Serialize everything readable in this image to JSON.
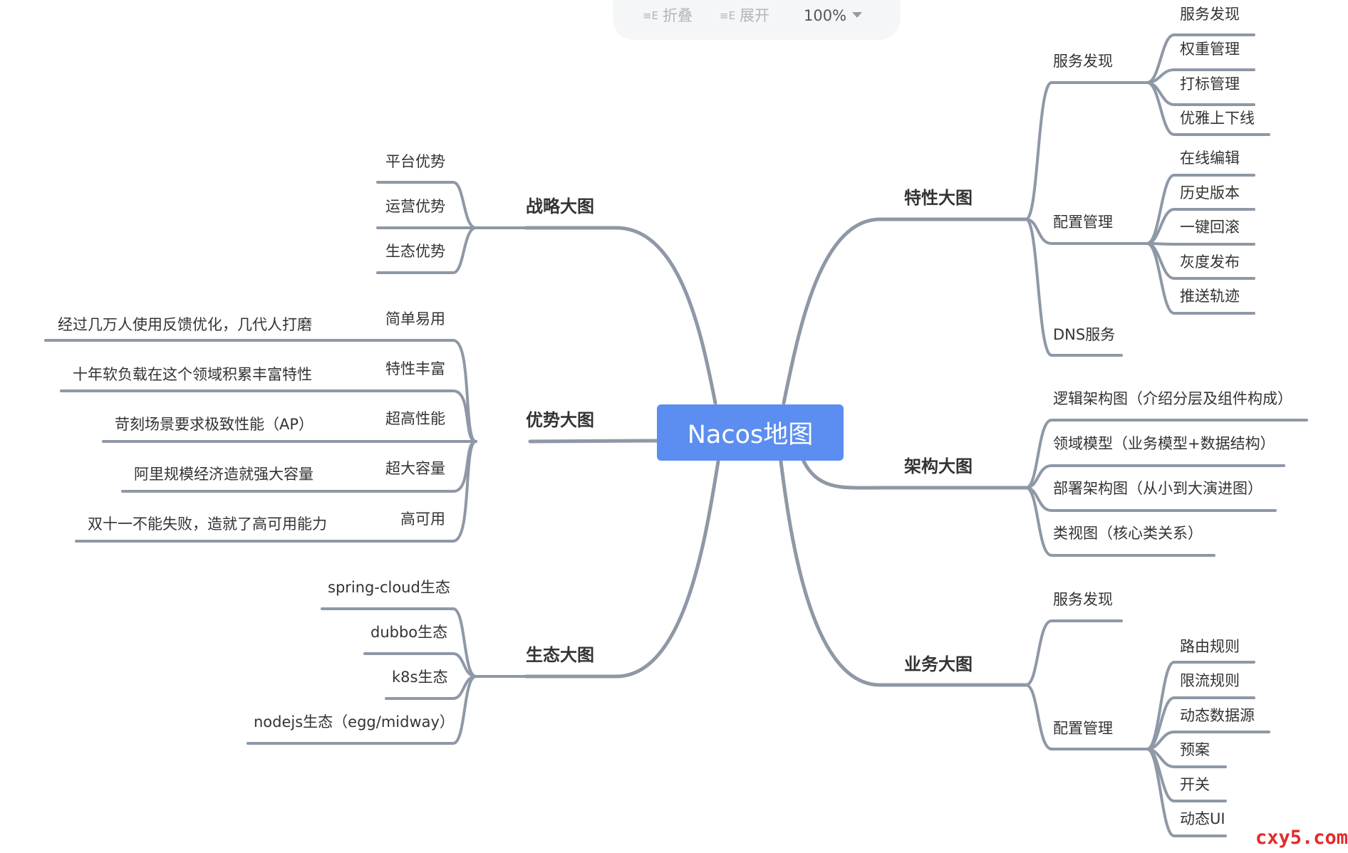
{
  "toolbar": {
    "collapse_label": "折叠",
    "expand_label": "展开",
    "zoom": "100%"
  },
  "mindmap": {
    "root": "Nacos地图",
    "branches": [
      {
        "key": "strategy",
        "label": "战略大图",
        "children": [
          {
            "label": "平台优势"
          },
          {
            "label": "运营优势"
          },
          {
            "label": "生态优势"
          }
        ]
      },
      {
        "key": "advantage",
        "label": "优势大图",
        "children": [
          {
            "label": "简单易用",
            "note": "经过几万人使用反馈优化，几代人打磨"
          },
          {
            "label": "特性丰富",
            "note": "十年软负载在这个领域积累丰富特性"
          },
          {
            "label": "超高性能",
            "note": "苛刻场景要求极致性能（AP）"
          },
          {
            "label": "超大容量",
            "note": "阿里规模经济造就强大容量"
          },
          {
            "label": "高可用",
            "note": "双十一不能失败，造就了高可用能力"
          }
        ]
      },
      {
        "key": "ecosystem",
        "label": "生态大图",
        "children": [
          {
            "label": "spring-cloud生态"
          },
          {
            "label": "dubbo生态"
          },
          {
            "label": "k8s生态"
          },
          {
            "label": "nodejs生态（egg/midway）"
          }
        ]
      },
      {
        "key": "features",
        "label": "特性大图",
        "children": [
          {
            "label": "服务发现",
            "children": [
              "服务发现",
              "权重管理",
              "打标管理",
              "优雅上下线"
            ]
          },
          {
            "label": "配置管理",
            "children": [
              "在线编辑",
              "历史版本",
              "一键回滚",
              "灰度发布",
              "推送轨迹"
            ]
          },
          {
            "label": "DNS服务"
          }
        ]
      },
      {
        "key": "architecture",
        "label": "架构大图",
        "children": [
          {
            "label": "逻辑架构图（介绍分层及组件构成）"
          },
          {
            "label": "领域模型（业务模型+数据结构）"
          },
          {
            "label": "部署架构图（从小到大演进图）"
          },
          {
            "label": "类视图（核心类关系）"
          }
        ]
      },
      {
        "key": "business",
        "label": "业务大图",
        "children": [
          {
            "label": "服务发现"
          },
          {
            "label": "配置管理",
            "children": [
              "路由规则",
              "限流规则",
              "动态数据源",
              "预案",
              "开关",
              "动态UI"
            ]
          }
        ]
      }
    ]
  },
  "watermark": "cxy5.com",
  "colors": {
    "line": "#8e98a6",
    "root_fill": "#5b8ef0",
    "root_text": "#ffffff",
    "text": "#333333",
    "watermark": "#e22b2b"
  }
}
